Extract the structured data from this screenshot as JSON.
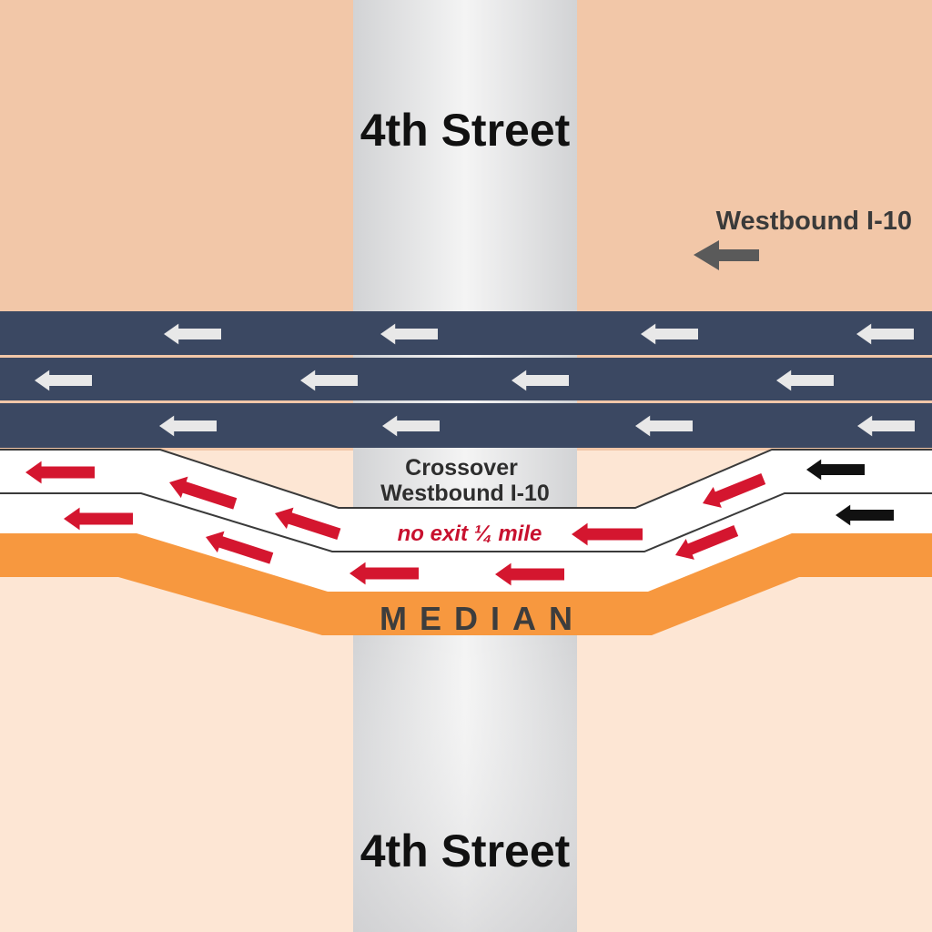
{
  "street": {
    "name_top": "4th Street",
    "name_bottom": "4th Street"
  },
  "direction": {
    "label": "Westbound I-10"
  },
  "crossover": {
    "line1": "Crossover",
    "line2": "Westbound I-10",
    "notice": "no exit ¼ mile"
  },
  "median": {
    "label": "MEDIAN"
  },
  "colors": {
    "land_north": "#f2c7a8",
    "land_south": "#fde6d4",
    "street": "#e9e9e9",
    "freeway": "#3b4862",
    "freeway_arrow": "#e8e8e8",
    "crossover_road": "#ffffff",
    "crossover_arrow": "#d4162f",
    "entry_arrow": "#111111",
    "median": "#f7983f",
    "direction_arrow": "#5a5a5a"
  },
  "icons": {
    "direction": "arrow-left-icon",
    "lane": "arrow-left-icon"
  }
}
